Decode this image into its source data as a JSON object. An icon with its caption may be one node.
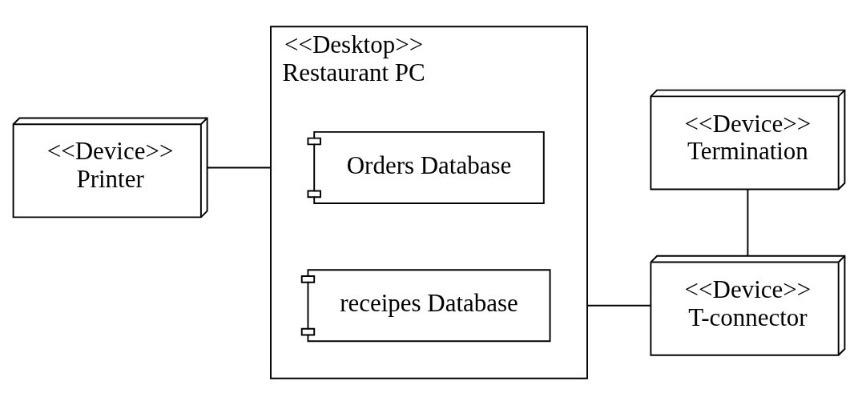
{
  "diagram": {
    "nodes": [
      {
        "text": [
          "<<Device>>",
          "Printer"
        ]
      },
      {
        "text": [
          "<<Desktop>>",
          "Restaurant PC"
        ]
      },
      {
        "text": [
          "Orders Database"
        ],
        "in": 1
      },
      {
        "text": [
          "receipes Database"
        ],
        "in": 1
      },
      {
        "text": [
          "<<Device>>",
          "Termination"
        ]
      },
      {
        "text": [
          "<<Device>>",
          "T-connector"
        ]
      }
    ],
    "edges": [
      {
        "from": 0,
        "to": 1,
        "arrow": "none"
      },
      {
        "from": 4,
        "to": 5,
        "arrow": "none"
      },
      {
        "from": 1,
        "to": 5,
        "arrow": "none"
      }
    ]
  }
}
